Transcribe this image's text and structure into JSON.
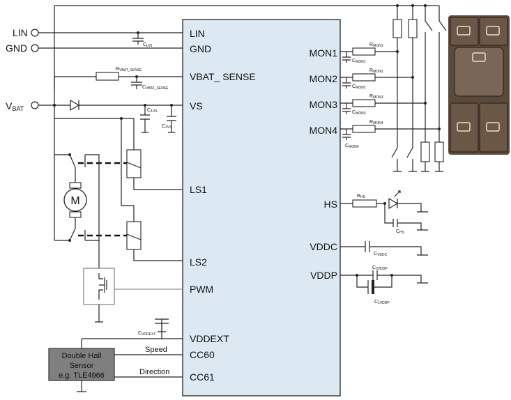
{
  "ic": {
    "left_pins": [
      "LIN",
      "GND",
      "VBAT_ SENSE",
      "VS",
      "LS1",
      "LS2",
      "PWM",
      "VDDEXT",
      "CC60",
      "CC61"
    ],
    "right_pins": [
      "MON1",
      "MON2",
      "MON3",
      "MON4",
      "HS",
      "VDDC",
      "VDDP"
    ]
  },
  "external": {
    "lin": "LIN",
    "gnd": "GND",
    "vbat": "V",
    "vbat_sub": "BAT"
  },
  "components": {
    "c_lin": "C",
    "c_lin_sub": "LIN",
    "r_vbat_sense": "R",
    "r_vbat_sense_sub": "VBAT_SENSE",
    "c_vbat_sense": "C",
    "c_vbat_sense_sub": "VBAT_SENSE",
    "c1vs": "C",
    "c1vs_sub": "1VS",
    "c2vs": "C",
    "c2vs_sub": "2VS",
    "r_mon": [
      "R",
      "R",
      "R",
      "R"
    ],
    "r_mon_sub": [
      "MON1",
      "MON2",
      "MON3",
      "MON4"
    ],
    "c_mon": [
      "C",
      "C",
      "C",
      "C"
    ],
    "c_mon_sub": [
      "MON1",
      "MON2",
      "MON3",
      "MON4"
    ],
    "r_hs": "R",
    "r_hs_sub": "HS",
    "c_hs": "C",
    "c_hs_sub": "HS",
    "c_vddc": "C",
    "c_vddc_sub": "VDDC",
    "c2_vddp": "C",
    "c2_vddp_sub": "2VDDP",
    "c1_vddp": "C",
    "c1_vddp_sub": "1VDDP",
    "c_vddext": "C",
    "c_vddext_sub": "VDDEXT",
    "motor": "M"
  },
  "sensor": {
    "line1": "Double Hall",
    "line2": "Sensor",
    "line3": "e.g. TLE4966"
  },
  "signals": {
    "speed": "Speed",
    "direction": "Direction"
  },
  "colors": {
    "ic_fill": "#dde9f2",
    "sensor_fill": "#7f7f7f",
    "wire": "#222222",
    "switch_panel": "#5a4a3c"
  }
}
